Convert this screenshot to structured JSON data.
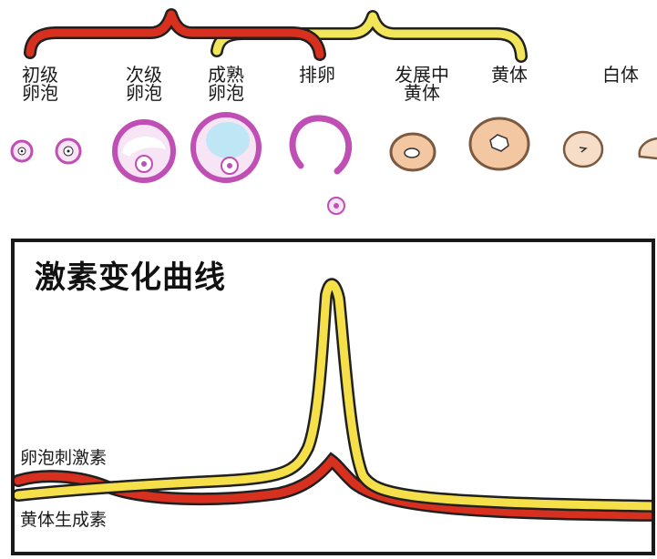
{
  "stages": [
    {
      "id": "primary",
      "label": "初级\n卵泡"
    },
    {
      "id": "secondary",
      "label": "次级\n卵泡"
    },
    {
      "id": "mature",
      "label": "成熟\n卵泡"
    },
    {
      "id": "ovulation",
      "label": "排卵"
    },
    {
      "id": "developing",
      "label": "发展中\n黄体"
    },
    {
      "id": "luteum",
      "label": "黄体"
    },
    {
      "id": "albicans",
      "label": "白体"
    }
  ],
  "chart": {
    "title": "激素变化曲线",
    "series": [
      {
        "id": "fsh",
        "name": "卵泡刺激素",
        "color": "#f5e04a"
      },
      {
        "id": "lh",
        "name": "黄体生成素",
        "color": "#d8301e"
      }
    ]
  },
  "colors": {
    "bracket_red": "#d8301e",
    "bracket_yellow": "#f2e55a",
    "follicle_pink": "#c04fb5",
    "follicle_fill": "#f7e4f5",
    "antrum_blue": "#bfe6f5",
    "luteum_fill": "#f3c7a1",
    "luteum_outline": "#7b5a40"
  }
}
